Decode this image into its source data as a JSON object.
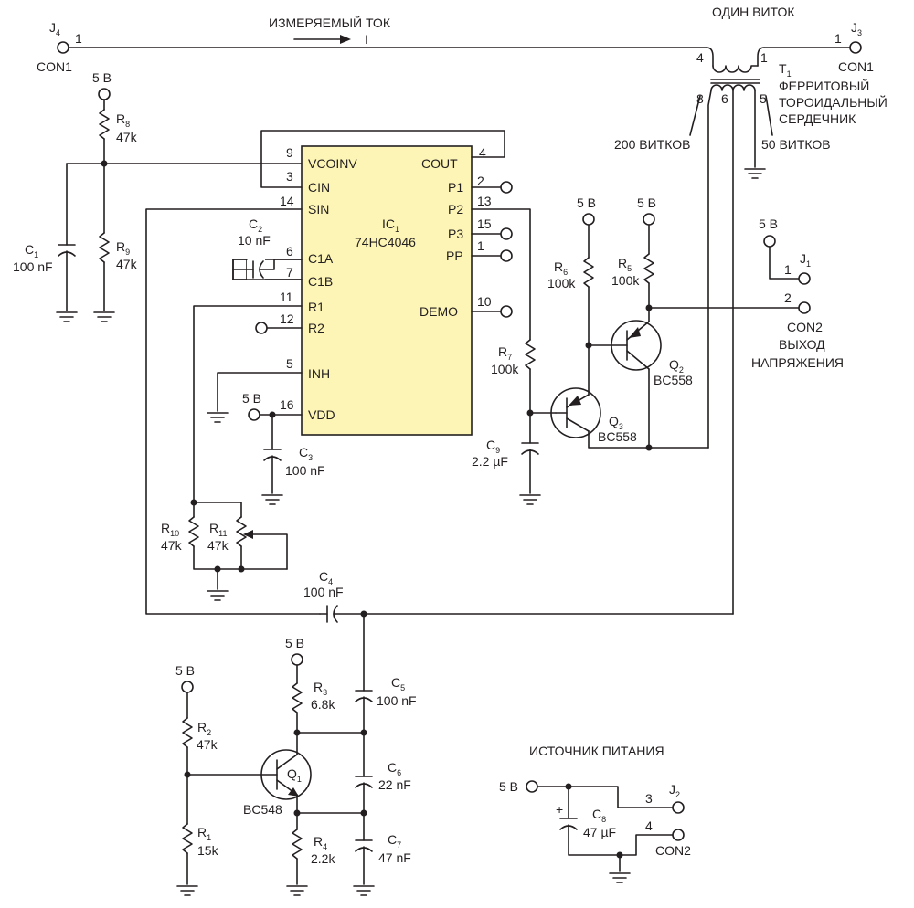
{
  "labels": {
    "measured_current": "ИЗМЕРЯЕМЫЙ ТОК",
    "current_symbol": "I",
    "one_turn": "ОДИН ВИТОК",
    "t1_prefix": "T",
    "t1_sub": "1",
    "t1_line1": "ФЕРРИТОВЫЙ",
    "t1_line2": "ТОРОИДАЛЬНЫЙ",
    "t1_line3": "СЕРДЕЧНИК",
    "turns_200": "200 ВИТКОВ",
    "turns_50": "50 ВИТКОВ",
    "output_line1": "ВЫХОД",
    "output_line2": "НАПРЯЖЕНИЯ",
    "power_supply": "ИСТОЧНИК ПИТАНИЯ"
  },
  "connectors": {
    "j4": {
      "p": "J",
      "s": "4",
      "type": "CON1",
      "pin": "1"
    },
    "j3": {
      "p": "J",
      "s": "3",
      "type": "CON1",
      "pin": "1"
    },
    "j1": {
      "p": "J",
      "s": "1",
      "type": "CON2",
      "pin1": "1",
      "pin2": "2"
    },
    "j2": {
      "p": "J",
      "s": "2",
      "type": "CON2",
      "pin1": "3",
      "pin2": "4"
    }
  },
  "transformer": {
    "pins": [
      "4",
      "1",
      "8",
      "6",
      "5"
    ]
  },
  "supply_label": "5 В",
  "ic": {
    "ref_p": "IC",
    "ref_s": "1",
    "part": "74HC4046",
    "left_pins": [
      {
        "num": "9",
        "name": "VCOINV"
      },
      {
        "num": "3",
        "name": "CIN"
      },
      {
        "num": "14",
        "name": "SIN"
      },
      {
        "num": "6",
        "name": "C1A"
      },
      {
        "num": "7",
        "name": "C1B"
      },
      {
        "num": "11",
        "name": "R1"
      },
      {
        "num": "12",
        "name": "R2"
      },
      {
        "num": "5",
        "name": "INH"
      },
      {
        "num": "16",
        "name": "VDD"
      }
    ],
    "right_pins": [
      {
        "num": "4",
        "name": "COUT"
      },
      {
        "num": "2",
        "name": "P1"
      },
      {
        "num": "13",
        "name": "P2"
      },
      {
        "num": "15",
        "name": "P3"
      },
      {
        "num": "1",
        "name": "PP"
      },
      {
        "num": "10",
        "name": "DEMO"
      }
    ]
  },
  "components": {
    "r8": {
      "p": "R",
      "s": "8",
      "v": "47k"
    },
    "r9": {
      "p": "R",
      "s": "9",
      "v": "47k"
    },
    "c1": {
      "p": "C",
      "s": "1",
      "v": "100 nF"
    },
    "c2": {
      "p": "C",
      "s": "2",
      "v": "10 nF"
    },
    "c3": {
      "p": "C",
      "s": "3",
      "v": "100 nF"
    },
    "r10": {
      "p": "R",
      "s": "10",
      "v": "47k"
    },
    "r11": {
      "p": "R",
      "s": "11",
      "v": "47k"
    },
    "c4": {
      "p": "C",
      "s": "4",
      "v": "100 nF"
    },
    "r6": {
      "p": "R",
      "s": "6",
      "v": "100k"
    },
    "r5": {
      "p": "R",
      "s": "5",
      "v": "100k"
    },
    "r7": {
      "p": "R",
      "s": "7",
      "v": "100k"
    },
    "c9": {
      "p": "C",
      "s": "9",
      "v": "2.2 µF"
    },
    "q2": {
      "p": "Q",
      "s": "2",
      "v": "BC558"
    },
    "q3": {
      "p": "Q",
      "s": "3",
      "v": "BC558"
    },
    "r3": {
      "p": "R",
      "s": "3",
      "v": "6.8k"
    },
    "r2": {
      "p": "R",
      "s": "2",
      "v": "47k"
    },
    "r1": {
      "p": "R",
      "s": "1",
      "v": "15k"
    },
    "r4": {
      "p": "R",
      "s": "4",
      "v": "2.2k"
    },
    "q1": {
      "p": "Q",
      "s": "1",
      "v": "BC548"
    },
    "c5": {
      "p": "C",
      "s": "5",
      "v": "100 nF"
    },
    "c6": {
      "p": "C",
      "s": "6",
      "v": "22 nF"
    },
    "c7": {
      "p": "C",
      "s": "7",
      "v": "47 nF"
    },
    "c8": {
      "p": "C",
      "s": "8",
      "v": "47 µF",
      "polarity": "+"
    }
  }
}
